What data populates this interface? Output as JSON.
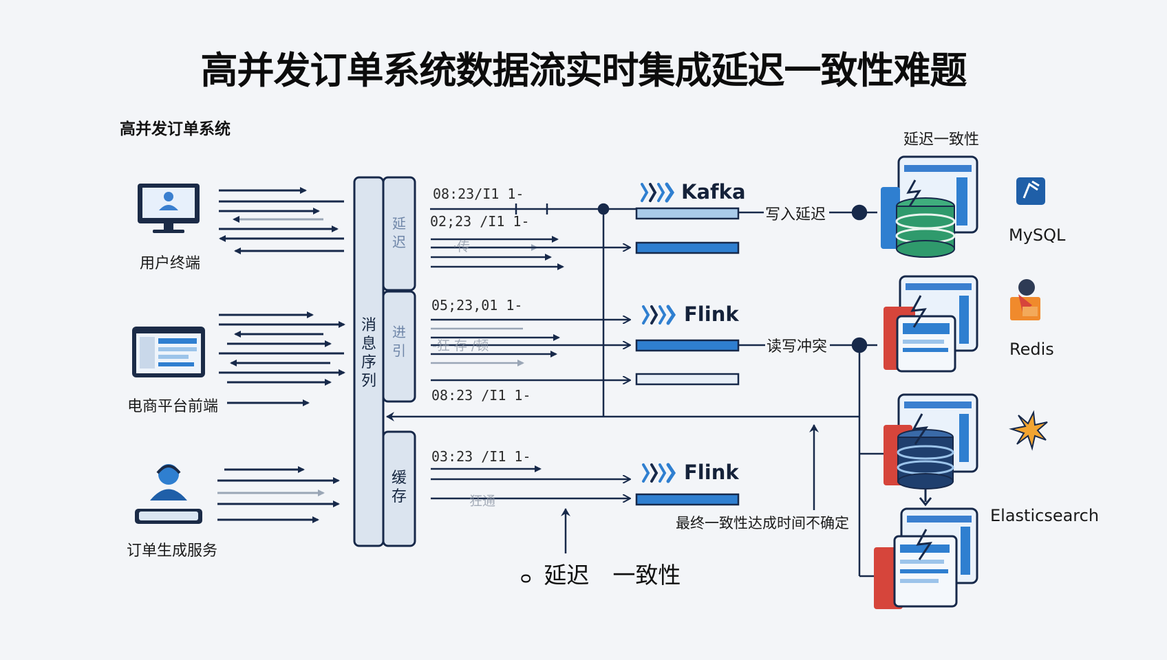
{
  "title": "高并发订单系统数据流实时集成延迟一致性难题",
  "section_label": "高并发订单系统",
  "consistency_label": "延迟一致性",
  "sources": [
    {
      "label": "用户终端",
      "icon": "monitor-user-icon"
    },
    {
      "label": "电商平台前端",
      "icon": "web-frontend-icon"
    },
    {
      "label": "订单生成服务",
      "icon": "service-operator-icon"
    }
  ],
  "queue": {
    "main_label": "消息序列",
    "segments": [
      {
        "label": "延迟"
      },
      {
        "label": "进引"
      },
      {
        "label": "缓存"
      }
    ]
  },
  "timestamps": [
    "08:23/I1 1-",
    "02;23 /I1 1-",
    "05;23,01 1-",
    "08:23 /I1 1-",
    "03:23 /I1 1-"
  ],
  "faded_labels": [
    "·传",
    "-狂 存 /顿",
    "狂通"
  ],
  "processors": [
    {
      "name": "Kafka",
      "icon": "kafka-chevrons-icon"
    },
    {
      "name": "Flink",
      "icon": "flink-chevrons-icon"
    },
    {
      "name": "Flink",
      "icon": "flink-chevrons-icon"
    }
  ],
  "issues": {
    "write_delay": "写入延迟",
    "rw_conflict": "读写冲突",
    "eventual": "最终一致性达成时间不确定"
  },
  "stores": [
    {
      "name": "MySQL",
      "icon": "mysql-logo-icon"
    },
    {
      "name": "Redis",
      "icon": "redis-logo-icon"
    },
    {
      "name": "Elasticsearch",
      "icon": "elasticsearch-logo-icon"
    }
  ],
  "legend": {
    "prefix": "ᴑ",
    "item1": "延迟",
    "item2": "一致性"
  },
  "colors": {
    "navy": "#17294a",
    "blue": "#2f7fd0",
    "light_blue": "#9cc4ea",
    "green": "#2f9a6c",
    "red": "#d6453b",
    "orange": "#f08a2c"
  }
}
